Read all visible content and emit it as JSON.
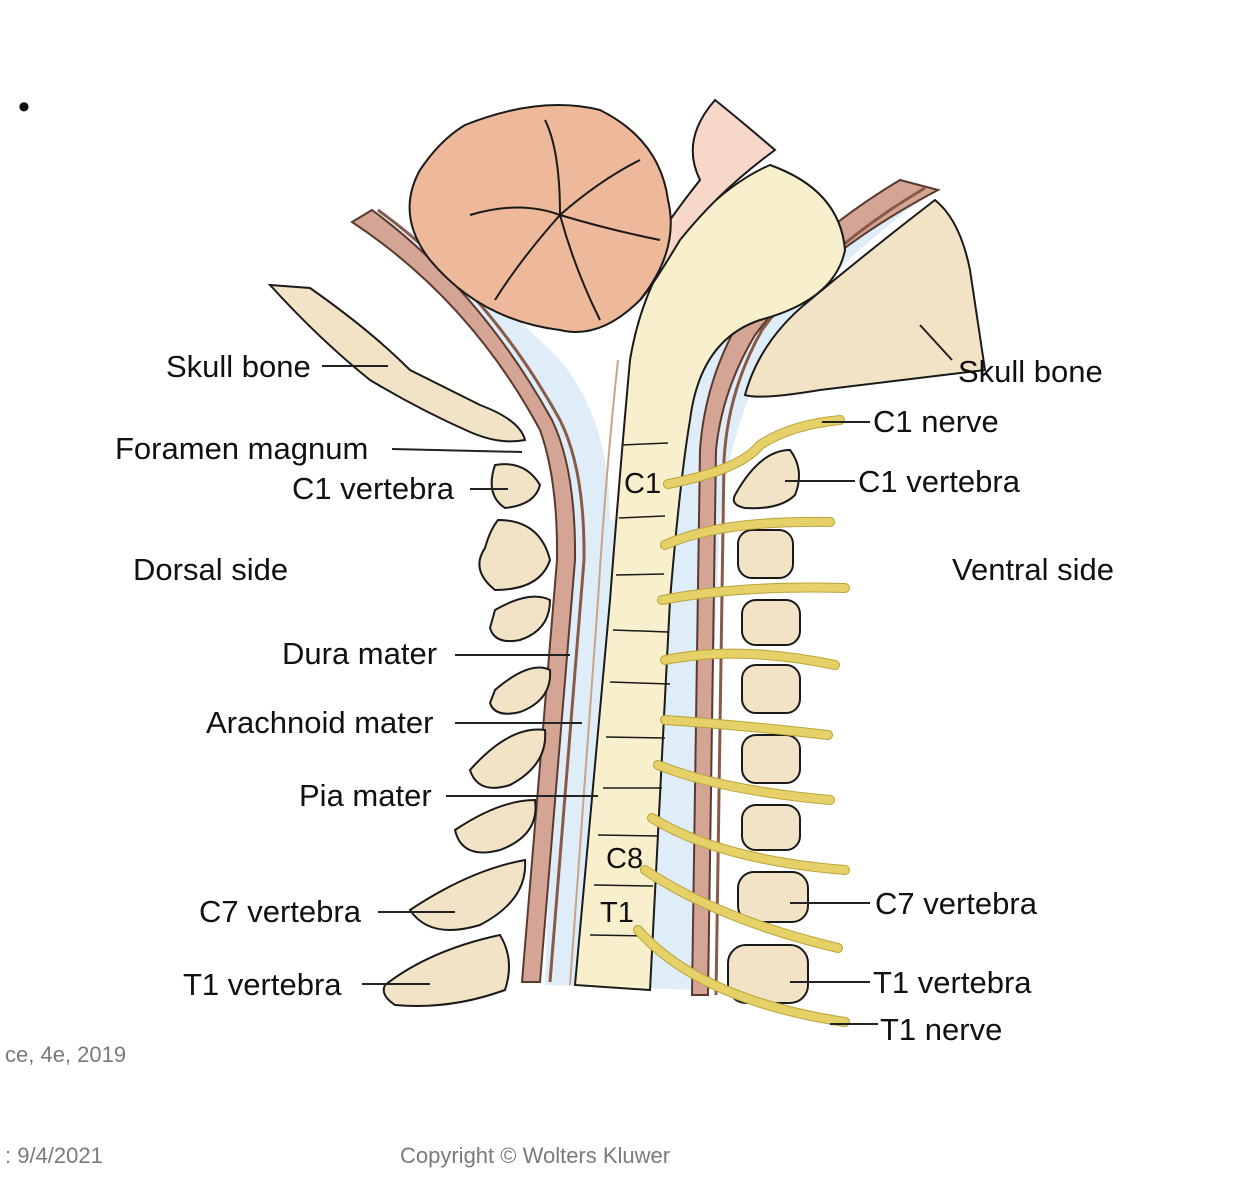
{
  "labels": {
    "skull_bone_left": "Skull bone",
    "skull_bone_right": "Skull bone",
    "foramen_magnum": "Foramen magnum",
    "c1_vertebra_left": "C1 vertebra",
    "c1_vertebra_right": "C1 vertebra",
    "c1_nerve": "C1 nerve",
    "dorsal_side": "Dorsal side",
    "ventral_side": "Ventral side",
    "dura_mater": "Dura mater",
    "arachnoid_mater": "Arachnoid mater",
    "pia_mater": "Pia mater",
    "c7_vertebra_left": "C7 vertebra",
    "c7_vertebra_right": "C7 vertebra",
    "t1_vertebra_left": "T1 vertebra",
    "t1_vertebra_right": "T1 vertebra",
    "t1_nerve": "T1 nerve"
  },
  "segments": {
    "c1": "C1",
    "c8": "C8",
    "t1": "T1"
  },
  "footer": {
    "source": "ce, 4e,  2019",
    "date": ": 9/4/2021",
    "copyright": "Copyright © Wolters Kluwer",
    "bullet": "•"
  },
  "colors": {
    "bone": "#f2e3c6",
    "cerebellum": "#eeb89a",
    "spinal_cord": "#f8efcc",
    "csf": "#deedf7",
    "dura": "#d4a595",
    "nerve": "#e6d068"
  }
}
